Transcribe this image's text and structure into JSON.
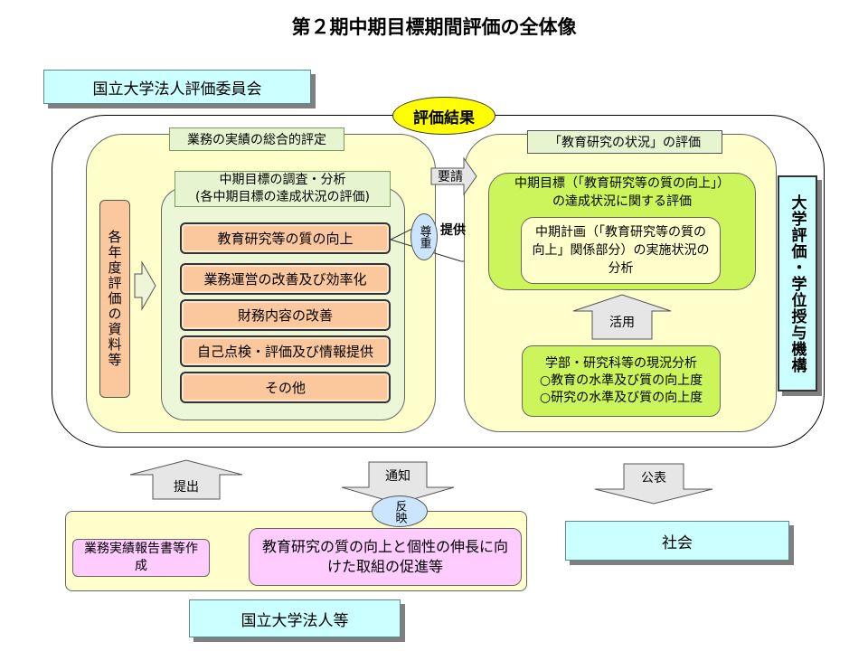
{
  "title": "第２期中期目標期間評価の全体像",
  "committee": "国立大学法人評価委員会",
  "evaluation_result": "評価結果",
  "overall_eval": "業務の実績の総合的評定",
  "mid_analysis_line1": "中期目標の調査・分析",
  "mid_analysis_line2": "(各中期目標の達成状況の評価)",
  "yearly_materials": "各年度評価の資料等",
  "items": [
    "教育研究等の質の向上",
    "業務運営の改善及び効率化",
    "財務内容の改善",
    "自己点検・評価及び情報提供",
    "その他"
  ],
  "request": "要請",
  "respect": "尊重",
  "provide": "提供",
  "edu_research_eval": "「教育研究の状況」の評価",
  "mid_goal_line1": "中期目標（「教育研究等の質の向上」）",
  "mid_goal_line2": "の達成状況に関する評価",
  "mid_plan": "中期計画（「教育研究等の質の向上」関係部分）の実施状況の分析",
  "utilize": "活用",
  "faculty_line1": "学部・研究科等の現況分析",
  "faculty_line2": "○教育の水準及び質の向上度",
  "faculty_line3": "○研究の水準及び質の向上度",
  "niad": "大学評価・学位授与機構",
  "submit": "提出",
  "notify": "通知",
  "reflect": "反映",
  "publish": "公表",
  "report": "業務実績報告書等作成",
  "promotion": "教育研究の質の向上と個性の伸長に向けた取組の促進等",
  "society": "社会",
  "university": "国立大学法人等",
  "colors": {
    "cyan": "#ccffff",
    "yellow": "#ffffcc",
    "orange": "#fbc79c",
    "lime": "#ccf55c",
    "pink": "#ffccff",
    "result_yellow": "#ffff00",
    "ellipse_blue": "#cce5ff"
  }
}
